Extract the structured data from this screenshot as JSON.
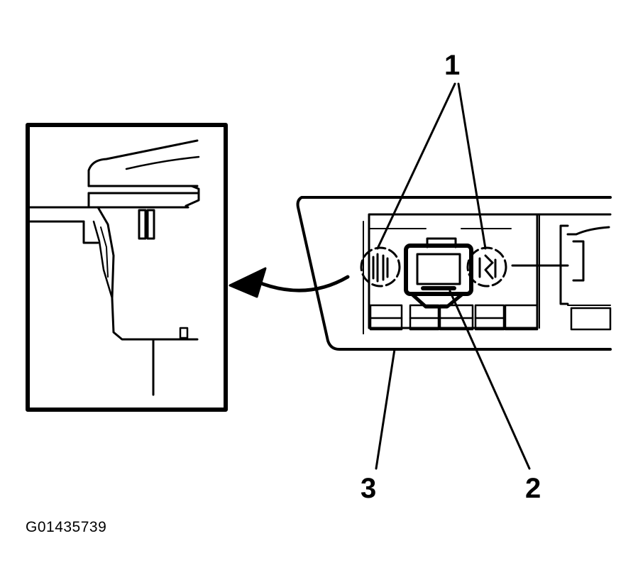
{
  "callouts": {
    "label_1": "1",
    "label_2": "2",
    "label_3": "3"
  },
  "figure_id": "G01435739",
  "colors": {
    "line": "#000000",
    "background": "#ffffff"
  }
}
